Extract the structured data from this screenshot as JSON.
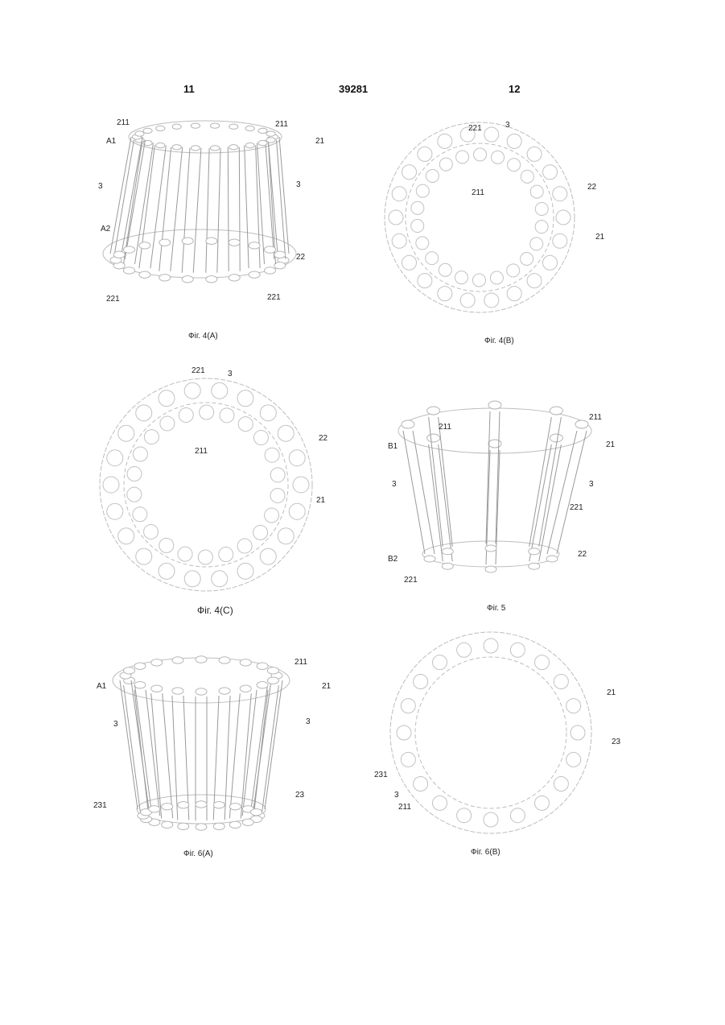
{
  "header": {
    "left_page": "11",
    "doc_number": "39281",
    "right_page": "12"
  },
  "figures": {
    "f4a": {
      "caption": "Фіг. 4(А)",
      "labels": [
        "211",
        "211",
        "A1",
        "21",
        "3",
        "3",
        "A2",
        "22",
        "221",
        "221"
      ]
    },
    "f4b": {
      "caption": "Фіг. 4(В)",
      "labels": [
        "221",
        "3",
        "211",
        "22",
        "21"
      ]
    },
    "f4c": {
      "caption": "Фіг. 4(С)",
      "labels": [
        "221",
        "3",
        "211",
        "22",
        "21"
      ]
    },
    "f5": {
      "caption": "Фіг. 5",
      "labels": [
        "211",
        "211",
        "B1",
        "21",
        "3",
        "3",
        "221",
        "B2",
        "22",
        "221"
      ]
    },
    "f6a": {
      "caption": "Фіг. 6(А)",
      "labels": [
        "211",
        "A1",
        "21",
        "3",
        "3",
        "231",
        "23"
      ]
    },
    "f6b": {
      "caption": "Фіг. 6(В)",
      "labels": [
        "21",
        "23",
        "231",
        "3",
        "211"
      ]
    }
  }
}
